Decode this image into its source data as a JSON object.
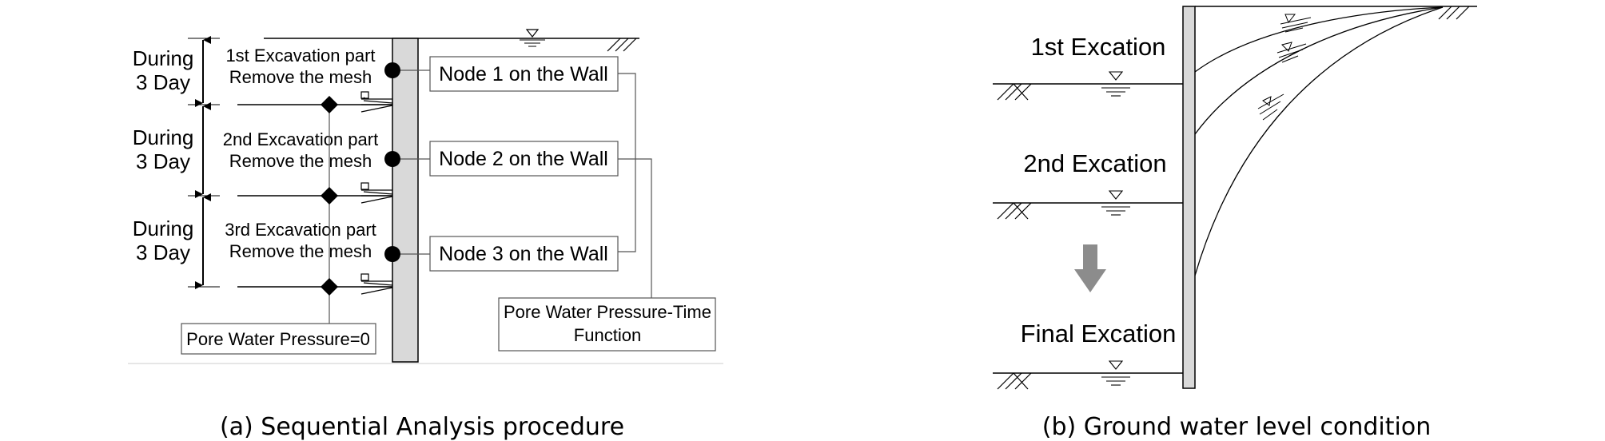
{
  "panel_a": {
    "durations": [
      {
        "line1": "During",
        "line2": "3 Day"
      },
      {
        "line1": "During",
        "line2": "3 Day"
      },
      {
        "line1": "During",
        "line2": "3 Day"
      }
    ],
    "excavations": [
      {
        "line1": "1st Excavation part",
        "line2": "Remove the mesh"
      },
      {
        "line1": "2nd Excavation part",
        "line2": "Remove the mesh"
      },
      {
        "line1": "3rd Excavation part",
        "line2": "Remove the mesh"
      }
    ],
    "nodes": [
      "Node 1 on the Wall",
      "Node 2 on the Wall",
      "Node 3 on the Wall"
    ],
    "pwp_zero": "Pore Water Pressure=0",
    "pwp_function_line1": "Pore Water Pressure-Time",
    "pwp_function_line2": "Function",
    "caption": "(a) Sequential Analysis procedure"
  },
  "panel_b": {
    "stages": [
      "1st Excation",
      "2nd Excation",
      "Final Excation"
    ],
    "caption": "(b) Ground water level condition"
  },
  "colors": {
    "line": "#000000",
    "wall_fill": "#d9d9d9",
    "arrow": "#8c8c8c",
    "box_border": "#555555"
  }
}
